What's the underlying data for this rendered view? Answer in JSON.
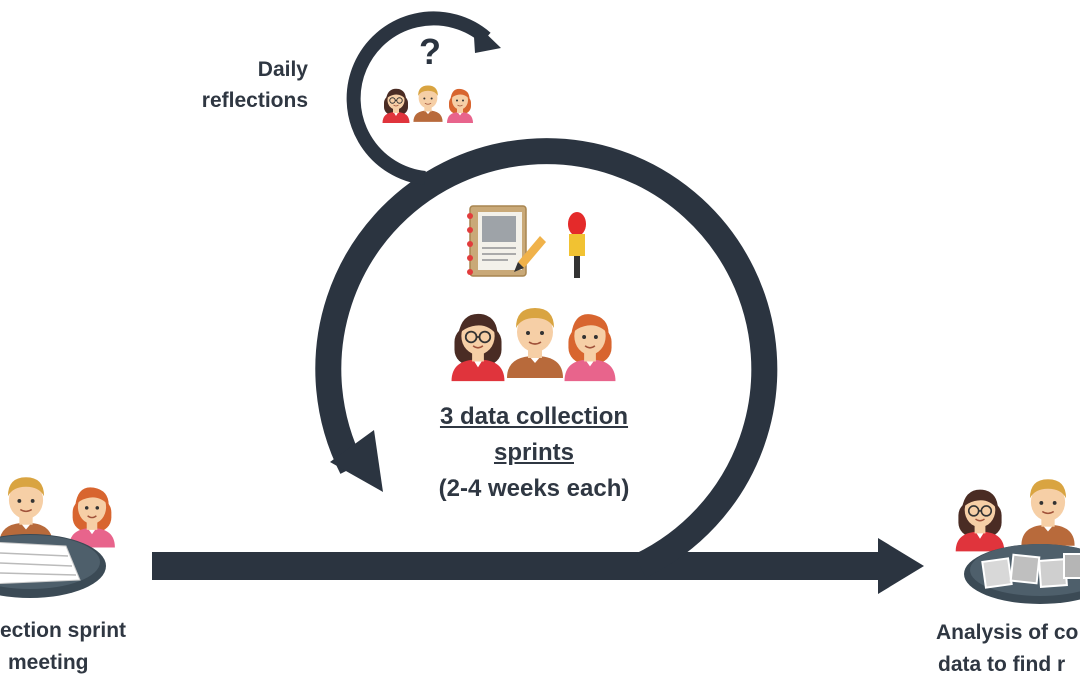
{
  "labels": {
    "daily": [
      "Daily",
      "reflections"
    ],
    "sprints": {
      "title": "3 data collection",
      "title2": "sprints",
      "detail": "(2-4 weeks each)"
    },
    "left": [
      "ection sprint",
      "meeting"
    ],
    "right": [
      "Analysis of co",
      "data to find r"
    ]
  },
  "glyphs": {
    "question": "?"
  },
  "icons": {
    "daily_people": [
      "woman-glasses-icon",
      "man-icon",
      "woman-redhead-icon"
    ],
    "sprint_people": [
      "woman-glasses-icon",
      "man-icon",
      "woman-redhead-icon"
    ],
    "notebook": "notebook-pencil-icon",
    "microphone": "microphone-icon",
    "meeting_table": "meeting-table-icon",
    "photo_table": "photo-table-icon"
  },
  "colors": {
    "arrow": "#2b3440",
    "text": "#2f3742",
    "hair_dark": "#4a2c24",
    "hair_blond": "#d9a441",
    "hair_red": "#d8652f",
    "skin": "#f6cfa6",
    "shirt_red": "#e0343c",
    "shirt_brown": "#b86a3b",
    "shirt_pink": "#e8648c"
  }
}
